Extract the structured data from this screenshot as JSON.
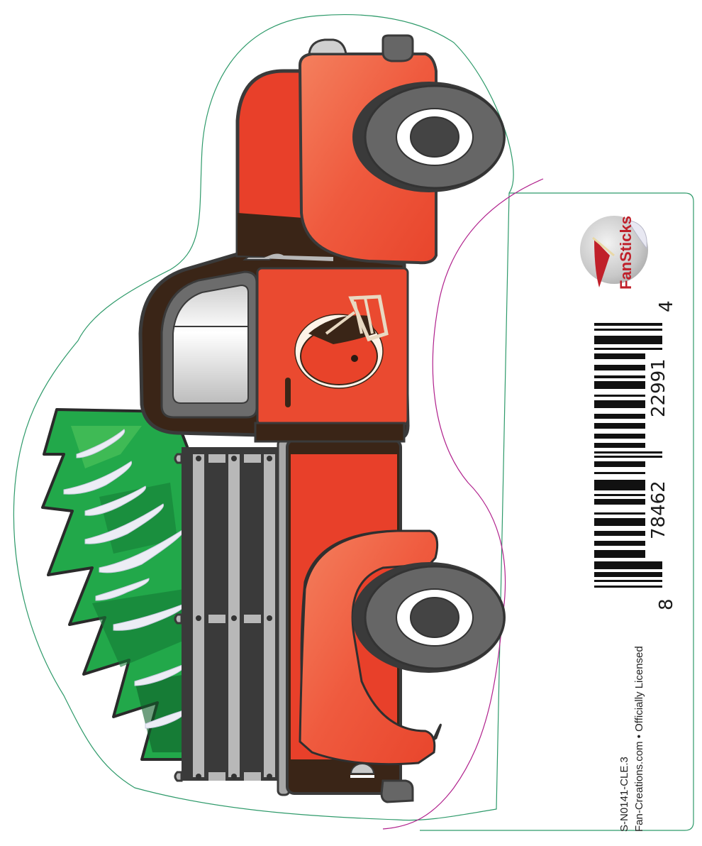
{
  "sticker": {
    "subject": "Red pickup truck carrying snowy Christmas tree",
    "door_logo": "Cleveland Browns helmet",
    "colors": {
      "truck_red": "#e8402a",
      "truck_red_light": "#f06a4a",
      "outline": "#3a3a3a",
      "chassis_brown": "#3a2517",
      "tire": "#666666",
      "hub": "#444444",
      "tree_green": "#22a84a",
      "tree_dark": "#147a35",
      "cut_line_green": "#2e9a6a",
      "cut_line_magenta": "#b0208c"
    }
  },
  "backing": {
    "brand": "FanSticks",
    "barcode": {
      "digits_left": "8",
      "group1": "78462",
      "group2": "22991",
      "digits_right": "4"
    },
    "product_code": "S-N0141-CLE.3",
    "license_line": "Fan-Creations.com • Officially Licensed"
  }
}
